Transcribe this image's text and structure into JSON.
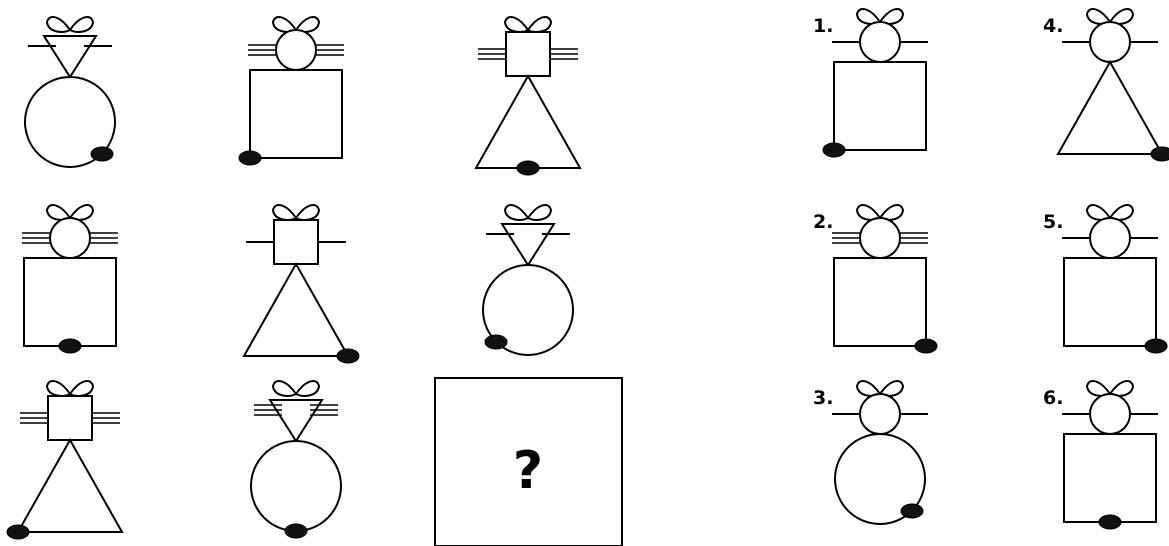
{
  "puzzle": {
    "question_mark": "?",
    "colors": {
      "stroke": "#000000",
      "fill": "#ffffff",
      "foot": "#111111"
    },
    "grid": [
      {
        "head": "triangle",
        "whiskers": "single",
        "body": "circle",
        "foot": "right"
      },
      {
        "head": "circle",
        "whiskers": "triple",
        "body": "square",
        "foot": "left"
      },
      {
        "head": "square",
        "whiskers": "triple",
        "body": "triangle",
        "foot": "center"
      },
      {
        "head": "circle",
        "whiskers": "triple",
        "body": "square",
        "foot": "center"
      },
      {
        "head": "square",
        "whiskers": "single",
        "body": "triangle",
        "foot": "right"
      },
      {
        "head": "triangle",
        "whiskers": "single",
        "body": "circle",
        "foot": "left"
      },
      {
        "head": "square",
        "whiskers": "triple",
        "body": "triangle",
        "foot": "left"
      },
      {
        "head": "triangle",
        "whiskers": "triple",
        "body": "circle",
        "foot": "center"
      }
    ],
    "options": [
      {
        "label": "1.",
        "head": "circle",
        "whiskers": "single",
        "body": "square",
        "foot": "left"
      },
      {
        "label": "2.",
        "head": "circle",
        "whiskers": "triple",
        "body": "square",
        "foot": "right"
      },
      {
        "label": "3.",
        "head": "circle",
        "whiskers": "single",
        "body": "circle",
        "foot": "right"
      },
      {
        "label": "4.",
        "head": "circle",
        "whiskers": "single",
        "body": "triangle",
        "foot": "right"
      },
      {
        "label": "5.",
        "head": "circle",
        "whiskers": "single",
        "body": "square",
        "foot": "right"
      },
      {
        "label": "6.",
        "head": "circle",
        "whiskers": "single",
        "body": "square",
        "foot": "center"
      }
    ]
  }
}
